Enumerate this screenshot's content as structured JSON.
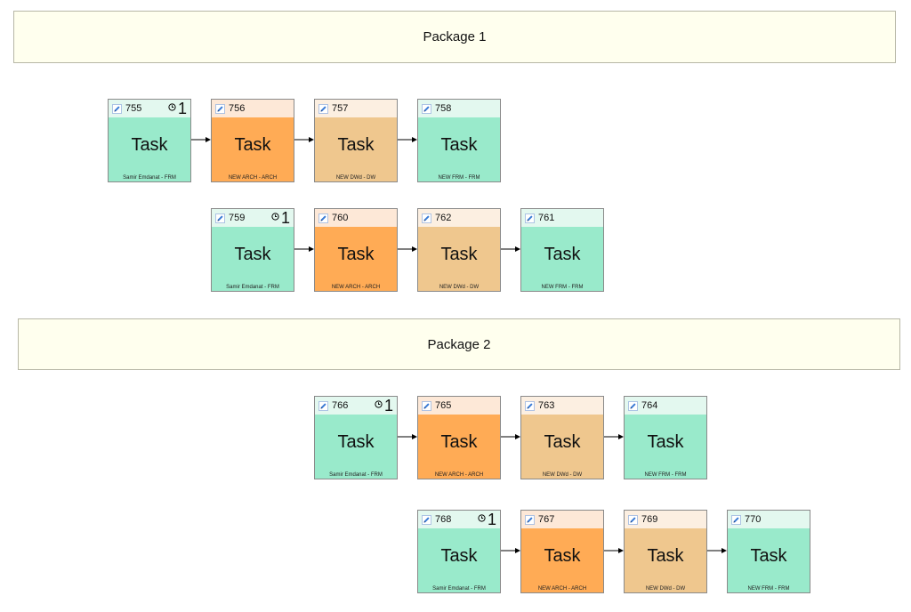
{
  "packages": [
    {
      "label": "Package 1",
      "rows": [
        [
          {
            "id": "755",
            "title": "Task",
            "footer": "Samir Emdanat - FRM",
            "type": "frm",
            "clock": true,
            "count": "1"
          },
          {
            "id": "756",
            "title": "Task",
            "footer": "NEW ARCH - ARCH",
            "type": "arch"
          },
          {
            "id": "757",
            "title": "Task",
            "footer": "NEW DWd - DW",
            "type": "dw"
          },
          {
            "id": "758",
            "title": "Task",
            "footer": "NEW FRM - FRM",
            "type": "frm"
          }
        ],
        [
          {
            "id": "759",
            "title": "Task",
            "footer": "Samir Emdanat - FRM",
            "type": "frm",
            "clock": true,
            "count": "1"
          },
          {
            "id": "760",
            "title": "Task",
            "footer": "NEW ARCH - ARCH",
            "type": "arch"
          },
          {
            "id": "762",
            "title": "Task",
            "footer": "NEW DWd - DW",
            "type": "dw"
          },
          {
            "id": "761",
            "title": "Task",
            "footer": "NEW FRM - FRM",
            "type": "frm"
          }
        ]
      ]
    },
    {
      "label": "Package 2",
      "rows": [
        [
          {
            "id": "766",
            "title": "Task",
            "footer": "Samir Emdanat - FRM",
            "type": "frm",
            "clock": true,
            "count": "1"
          },
          {
            "id": "765",
            "title": "Task",
            "footer": "NEW ARCH - ARCH",
            "type": "arch"
          },
          {
            "id": "763",
            "title": "Task",
            "footer": "NEW DWd - DW",
            "type": "dw"
          },
          {
            "id": "764",
            "title": "Task",
            "footer": "NEW FRM - FRM",
            "type": "frm"
          }
        ],
        [
          {
            "id": "768",
            "title": "Task",
            "footer": "Samir Emdanat - FRM",
            "type": "frm",
            "clock": true,
            "count": "1"
          },
          {
            "id": "767",
            "title": "Task",
            "footer": "NEW ARCH - ARCH",
            "type": "arch"
          },
          {
            "id": "769",
            "title": "Task",
            "footer": "NEW DWd - DW",
            "type": "dw"
          },
          {
            "id": "770",
            "title": "Task",
            "footer": "NEW FRM - FRM",
            "type": "frm"
          }
        ]
      ]
    }
  ],
  "colors": {
    "frm": {
      "head": "#e3f8ef",
      "body": "#99eacb"
    },
    "arch": {
      "head": "#fde8d7",
      "body": "#ffab55"
    },
    "dw": {
      "head": "#fcefe1",
      "body": "#efc78e"
    },
    "package_bg": "#ffffee",
    "pencil": "#3a7bd5"
  },
  "icons": {
    "edit": "pencil-icon",
    "clock": "clock-icon"
  }
}
